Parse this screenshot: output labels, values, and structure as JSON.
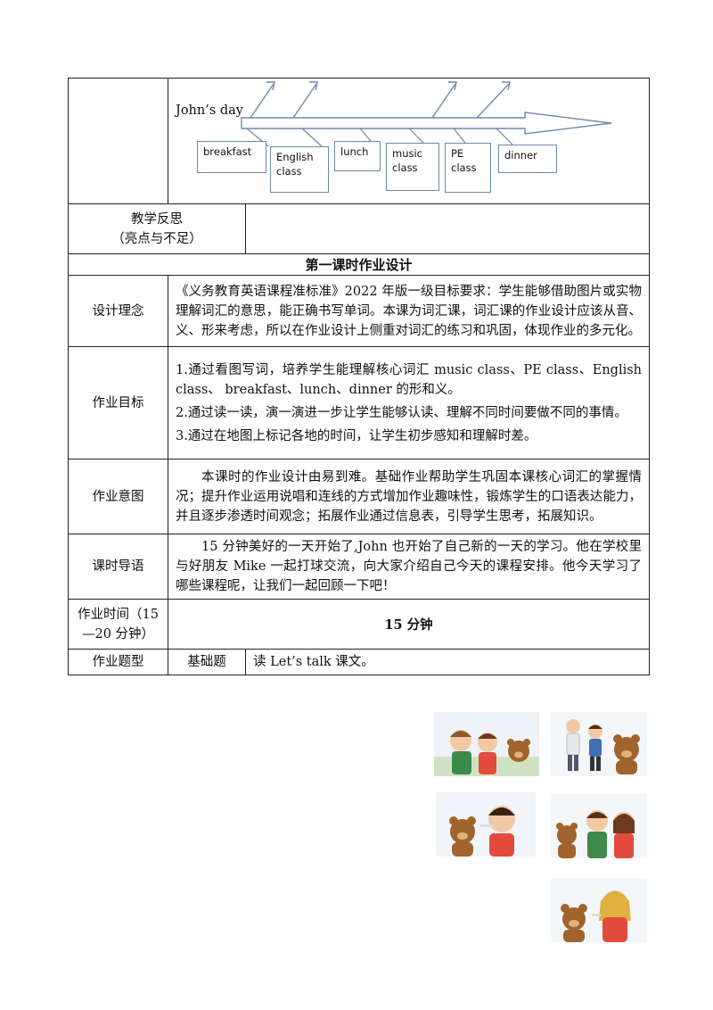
{
  "diagram": {
    "title": "John’s day",
    "boxes": [
      "breakfast",
      "English\nclass",
      "lunch",
      "music\nclass",
      "PE\nclass",
      "dinner"
    ]
  },
  "rows": {
    "reflection": {
      "label_line1": "教学反思",
      "label_line2": "（亮点与不足）",
      "content": ""
    },
    "section_title": "第一课时作业设计",
    "design_concept": {
      "label": "设计理念",
      "content": "《义务教育英语课程准标准》2022 年版一级目标要求：学生能够借助图片或实物理解词汇的意思，能正确书写单词。本课为词汇课，词汇课的作业设计应该从音、义、形来考虑，所以在作业设计上侧重对词汇的练习和巩固，体现作业的多元化。"
    },
    "goals": {
      "label": "作业目标",
      "items": [
        "1.通过看图写词，培养学生能理解核心词汇 music class、PE class、English class、 breakfast、lunch、dinner 的形和义。",
        "2.通过读一读，演一演进一步让学生能够认读、理解不同时间要做不同的事情。",
        "3.通过在地图上标记各地的时间，让学生初步感知和理解时差。"
      ]
    },
    "intent": {
      "label": "作业意图",
      "content": "本课时的作业设计由易到难。基础作业帮助学生巩固本课核心词汇的掌握情况；提升作业运用说唱和连线的方式增加作业趣味性，锻炼学生的口语表达能力，并且逐步渗透时间观念；拓展作业通过信息表，引导学生思考，拓展知识。"
    },
    "intro": {
      "label": "课时导语",
      "content": "15 分钟美好的一天开始了,John 也开始了自己新的一天的学习。他在学校里与好朋友 Mike 一起打球交流，向大家介绍自己今天的课程安排。他今天学习了哪些课程呢，让我们一起回顾一下吧！"
    },
    "time": {
      "label": "作业时间（15—20 分钟）",
      "content": "15 分钟"
    },
    "type": {
      "label": "作业题型",
      "category": "基础题",
      "content": "读 Let’s talk 课文。"
    }
  },
  "colors": {
    "arrow": "#6e8aa8",
    "scene_bg": "#eef3f7"
  }
}
